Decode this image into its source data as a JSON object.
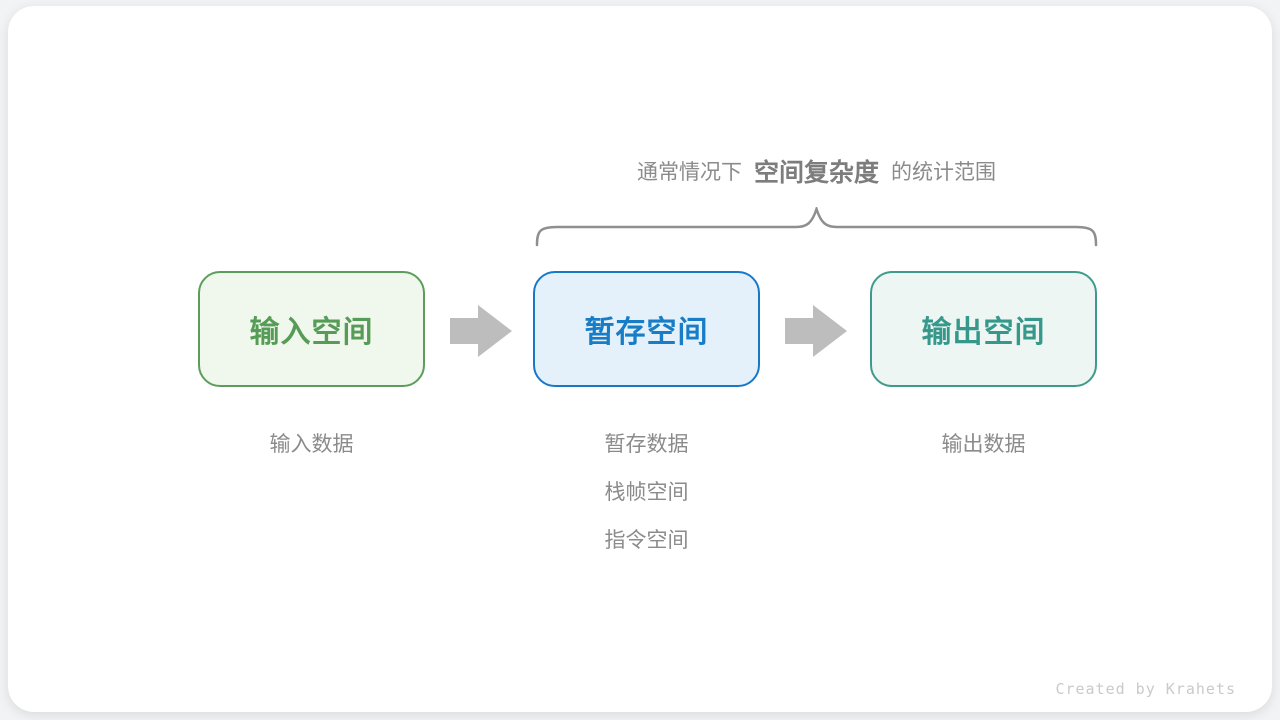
{
  "page": {
    "background": "#f2f3f5",
    "card_color": "#ffffff"
  },
  "caption": {
    "prefix": "通常情况下",
    "highlight": "空间复杂度",
    "suffix": "的统计范围",
    "color": "#8b8b8b",
    "highlight_color": "#7d7d7d"
  },
  "brace": {
    "color": "#8f8f8f",
    "spans": [
      "temp-space",
      "output-space"
    ]
  },
  "nodes": [
    {
      "id": "input-space",
      "label": "输入空间",
      "border_color": "#5b9e5b",
      "fill_color": "#f0f7ed",
      "text_color": "#569c56",
      "notes": [
        "输入数据"
      ]
    },
    {
      "id": "temp-space",
      "label": "暂存空间",
      "border_color": "#1878c8",
      "fill_color": "#e4f1fa",
      "text_color": "#187dc6",
      "notes": [
        "暂存数据",
        "栈帧空间",
        "指令空间"
      ]
    },
    {
      "id": "output-space",
      "label": "输出空间",
      "border_color": "#3e9b8b",
      "fill_color": "#edf6f3",
      "text_color": "#35988a",
      "notes": [
        "输出数据"
      ]
    }
  ],
  "arrows": {
    "color": "#bdbdbd",
    "count": 2
  },
  "footer": {
    "credit": "Created by Krahets",
    "color": "#cacaca"
  }
}
